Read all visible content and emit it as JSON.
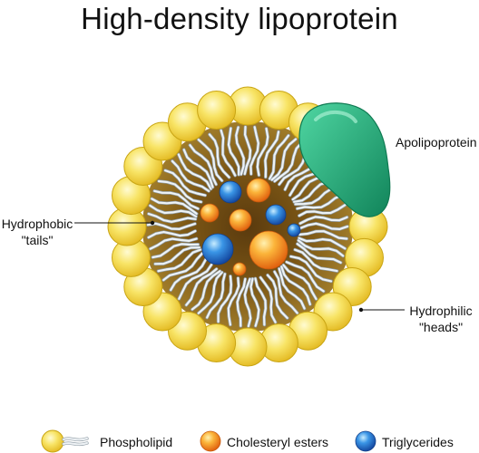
{
  "title": "High-density lipoprotein",
  "labels": {
    "apolipoprotein": "Apolipoprotein",
    "hydrophobic_line1": "Hydrophobic",
    "hydrophobic_line2": "\"tails\"",
    "hydrophilic_line1": "Hydrophilic",
    "hydrophilic_line2": "\"heads\""
  },
  "legend": [
    {
      "label": "Phospholipid",
      "icon": "phospholipid-icon"
    },
    {
      "label": "Cholesteryl esters",
      "icon": "cholesteryl-ester-icon"
    },
    {
      "label": "Triglycerides",
      "icon": "triglyceride-icon"
    }
  ],
  "colors": {
    "head_fill": "#f6dc4e",
    "head_stroke": "#c9a514",
    "tail": "#e9eef2",
    "tail_stroke": "#9aa6ae",
    "core_dark": "#6b4a12",
    "core_mid": "#8a6418",
    "cholesteryl": "#f39a1c",
    "triglyceride": "#2f7fd8",
    "apolipoprotein": "#27b07e"
  }
}
